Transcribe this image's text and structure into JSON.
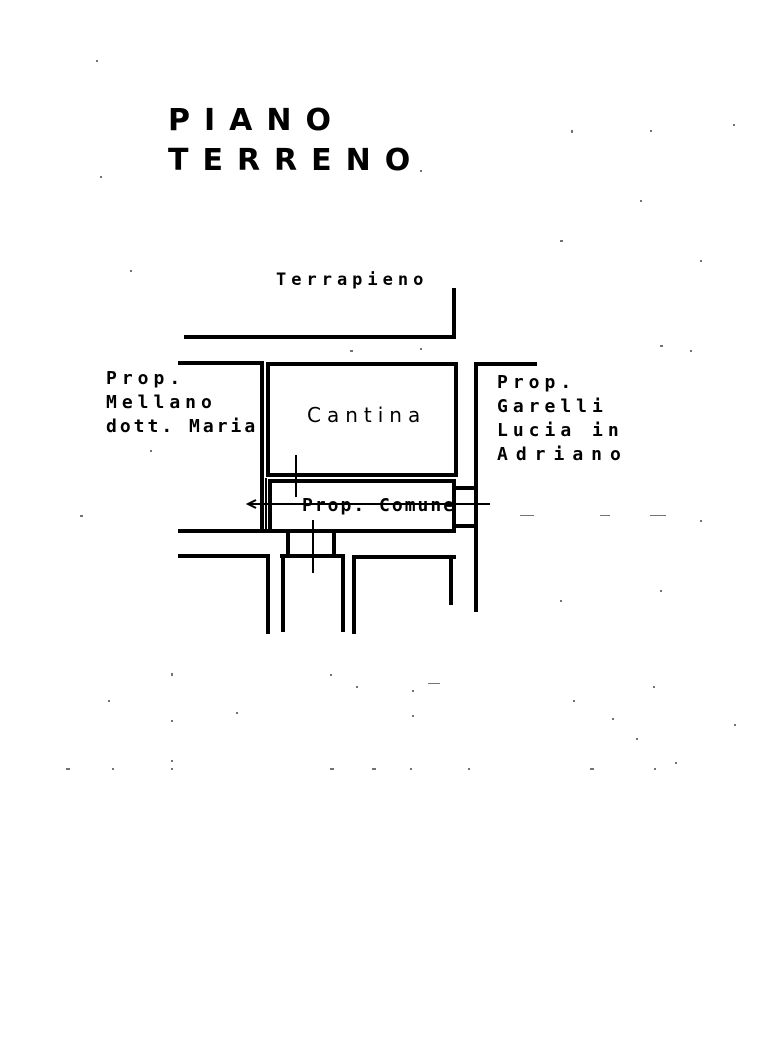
{
  "document": {
    "type": "floor plan (scanned cadastral drawing)",
    "title_lines": [
      "PIANO",
      "TERRENO"
    ]
  },
  "labels": {
    "top": "Terrapieno",
    "room": "Cantina",
    "common": "Prop. Comune",
    "left_neighbor": [
      "Prop.",
      "Mellano",
      "dott. Maria"
    ],
    "right_neighbor": [
      "Prop.",
      "Garelli",
      "Lucia in",
      "Adriano"
    ]
  },
  "colors": {
    "ink": "#000000",
    "paper": "#ffffff"
  }
}
